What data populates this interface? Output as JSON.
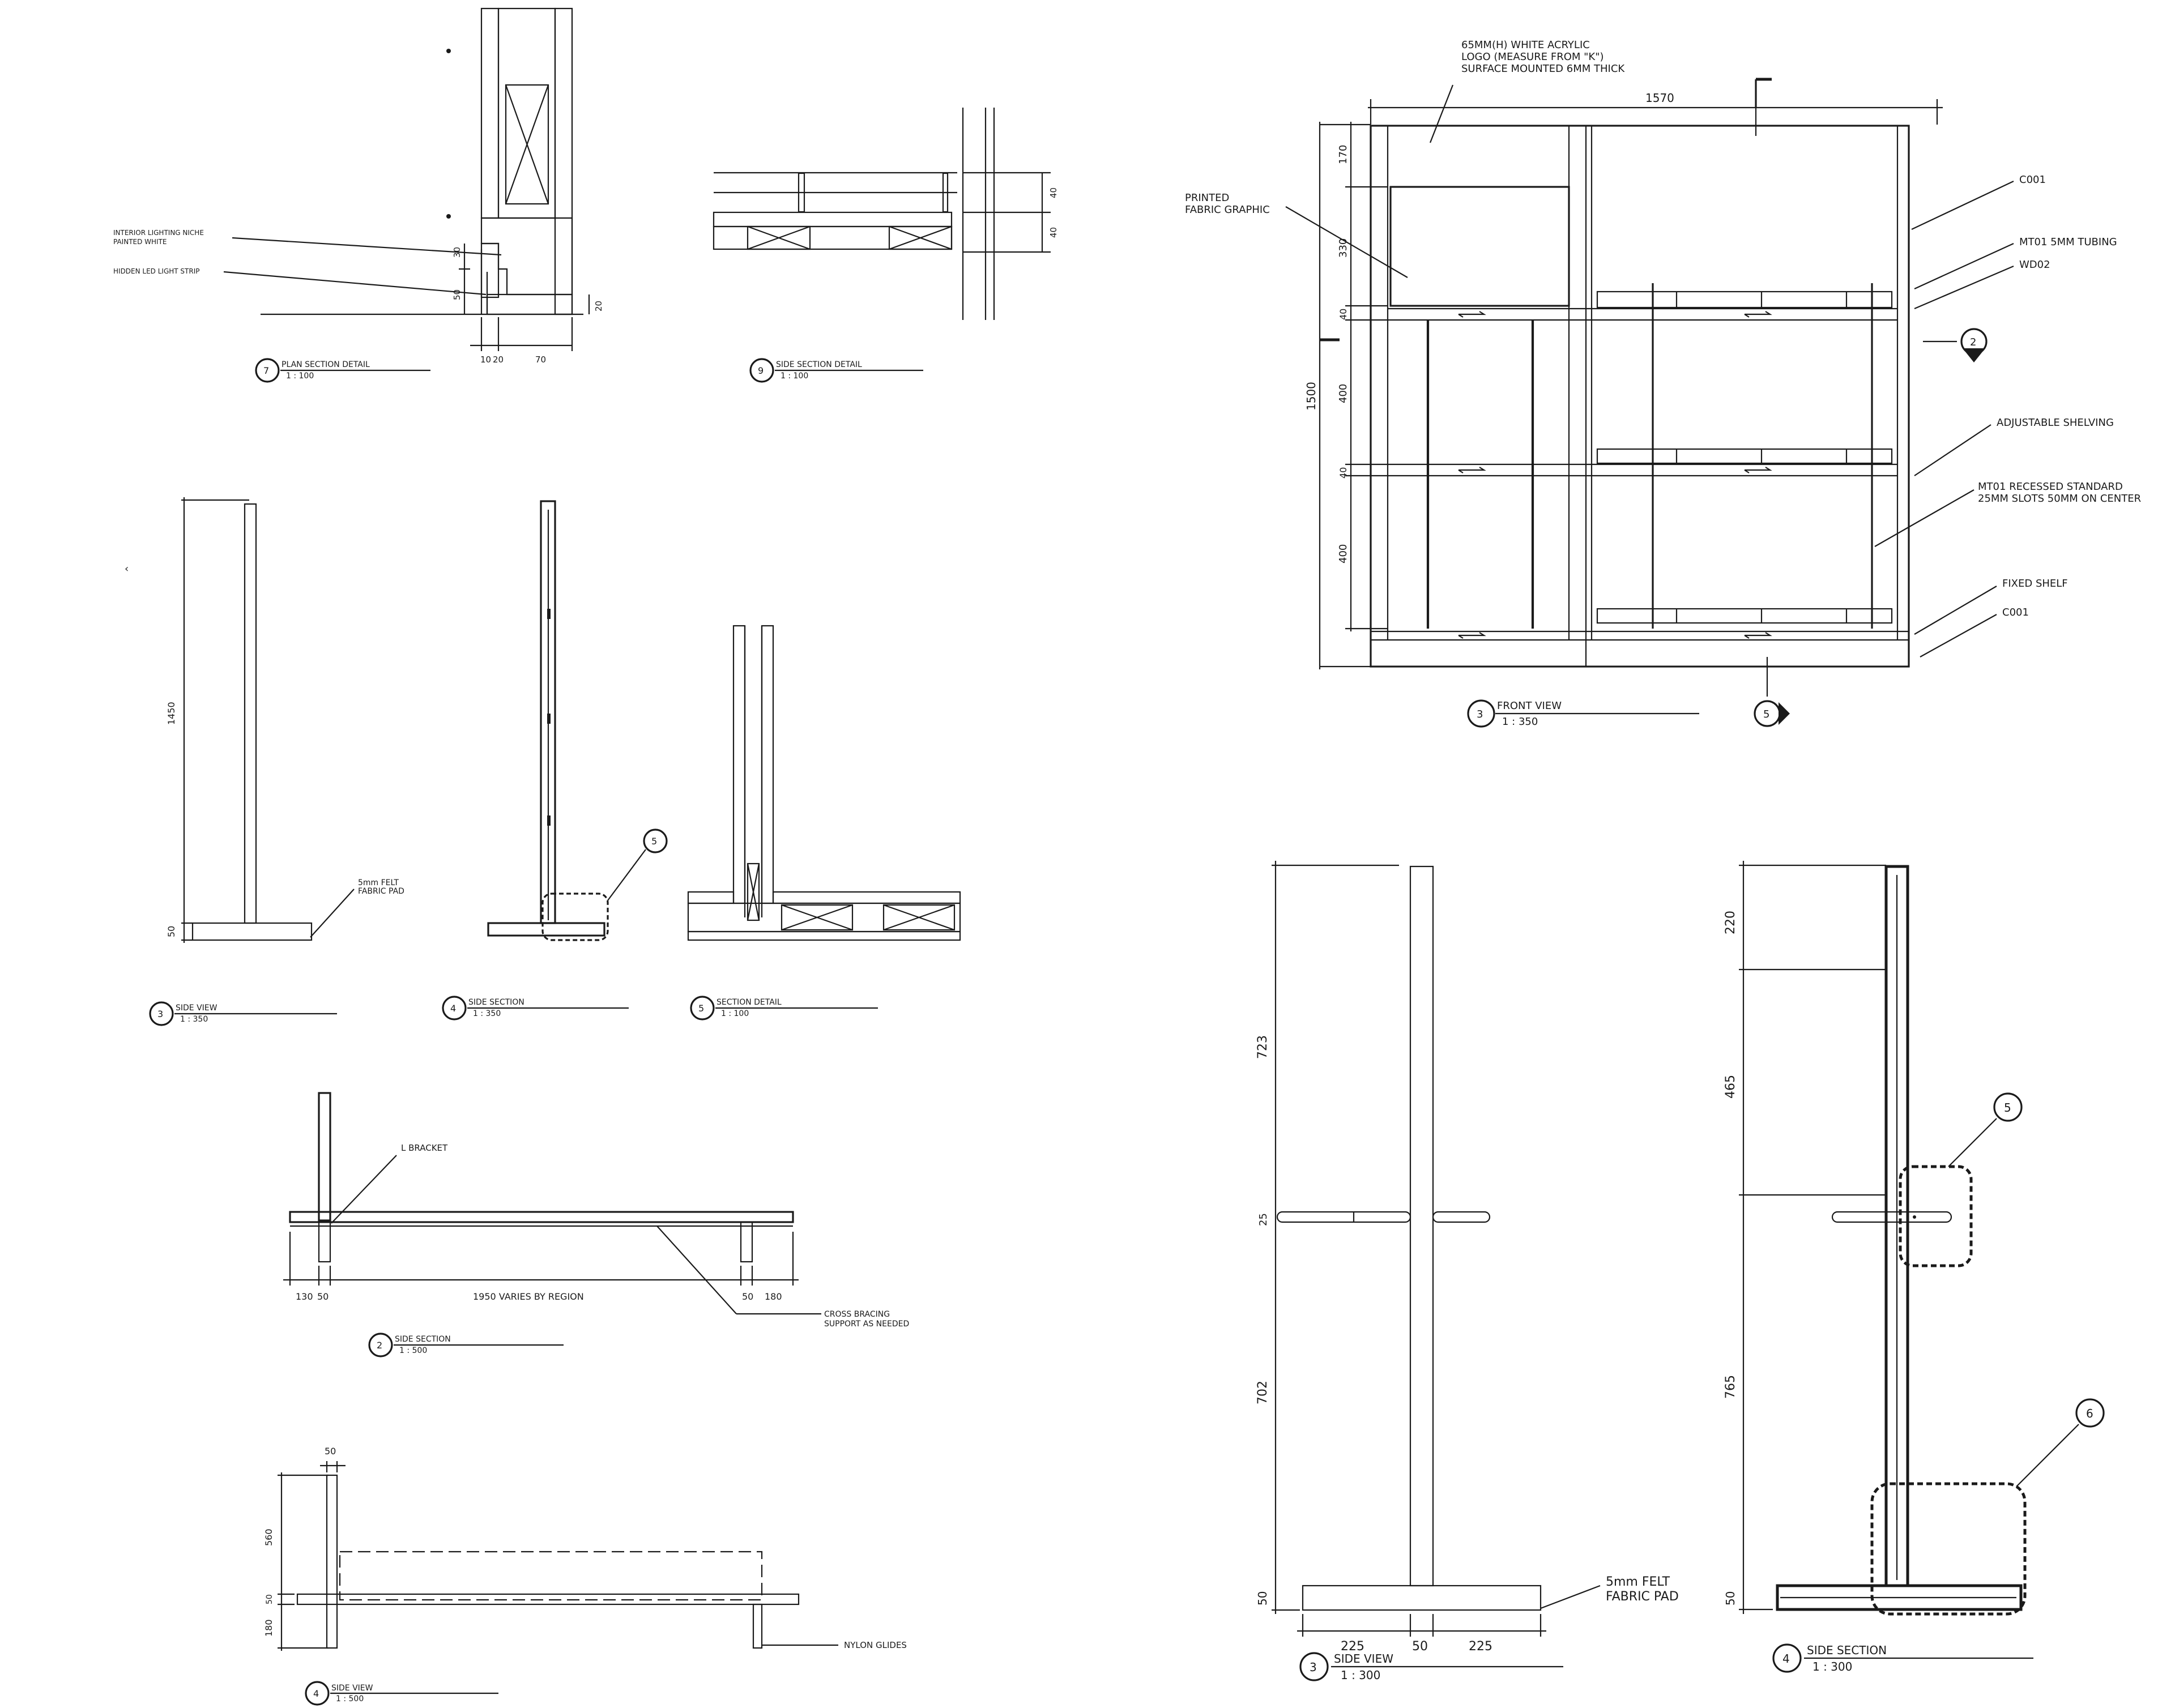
{
  "details": {
    "plan_section": {
      "callout": "7",
      "title": "PLAN SECTION DETAIL",
      "scale": "1 : 100",
      "note_niche": [
        "INTERIOR LIGHTING NICHE",
        "PAINTED WHITE"
      ],
      "note_led": "HIDDEN LED LIGHT STRIP",
      "dims": {
        "d30": "30",
        "d50": "50",
        "d20": "20",
        "d10": "10",
        "d20b": "20",
        "d70": "70"
      }
    },
    "side_section_detail": {
      "callout": "9",
      "title": "SIDE SECTION DETAIL",
      "scale": "1 : 100",
      "dims": {
        "d40a": "40",
        "d40b": "40"
      }
    },
    "side_view_small": {
      "callout": "3",
      "title": "SIDE VIEW",
      "scale": "1 : 350",
      "dims": {
        "h1450": "1450",
        "h50": "50"
      },
      "note_pad": [
        "5mm FELT",
        "FABRIC PAD"
      ]
    },
    "side_section_small": {
      "callout": "4",
      "title": "SIDE SECTION",
      "scale": "1 : 350",
      "ref": "5"
    },
    "section_detail": {
      "callout": "5",
      "title": "SECTION DETAIL",
      "scale": "1 : 100"
    },
    "side_section_bench": {
      "callout": "2",
      "title": "SIDE SECTION",
      "scale": "1 : 500",
      "note_bracket": "L BRACKET",
      "note_bracing": [
        "CROSS BRACING",
        "SUPPORT AS NEEDED"
      ],
      "dims": {
        "d130": "130",
        "d50a": "50",
        "span": "1950 VARIES BY REGION",
        "d50b": "50",
        "d180": "180"
      }
    },
    "side_view_bench": {
      "callout": "4",
      "title": "SIDE VIEW",
      "scale": "1 : 500",
      "note_glides": "NYLON GLIDES",
      "dims": {
        "d50top": "50",
        "d560": "560",
        "d50": "50",
        "d180": "180"
      }
    },
    "front_view": {
      "callout": "3",
      "title": "FRONT VIEW",
      "scale": "1 : 350",
      "note_logo": [
        "65MM(H) WHITE ACRYLIC",
        "LOGO (MEASURE FROM \"K\")",
        "SURFACE MOUNTED 6MM THICK"
      ],
      "note_graphic": [
        "PRINTED",
        "FABRIC GRAPHIC"
      ],
      "labels": {
        "c001_top": "C001",
        "mt01_tubing": "MT01 5MM TUBING",
        "wd02": "WD02",
        "adjustable": "ADJUSTABLE SHELVING",
        "mt01_recessed": [
          "MT01 RECESSED STANDARD",
          "25MM SLOTS 50MM ON CENTER"
        ],
        "fixed_shelf": "FIXED SHELF",
        "c001_bottom": "C001"
      },
      "dims": {
        "w1570": "1570",
        "h1500": "1500",
        "h170": "170",
        "h330": "330",
        "h40a": "40",
        "h400a": "400",
        "h40b": "40",
        "h400b": "400"
      },
      "ref_right": "2",
      "ref_bottom": "5"
    },
    "side_view_large": {
      "callout": "3",
      "title": "SIDE VIEW",
      "scale": "1 : 300",
      "note_pad": [
        "5mm FELT",
        "FABRIC PAD"
      ],
      "dims": {
        "h723": "723",
        "h25": "25",
        "h702": "702",
        "h50": "50",
        "w225a": "225",
        "w50": "50",
        "w225b": "225"
      }
    },
    "side_section_large": {
      "callout": "4",
      "title": "SIDE SECTION",
      "scale": "1 : 300",
      "dims": {
        "h220": "220",
        "h465": "465",
        "h765": "765",
        "h50": "50"
      },
      "ref_a": "5",
      "ref_b": "6"
    }
  }
}
